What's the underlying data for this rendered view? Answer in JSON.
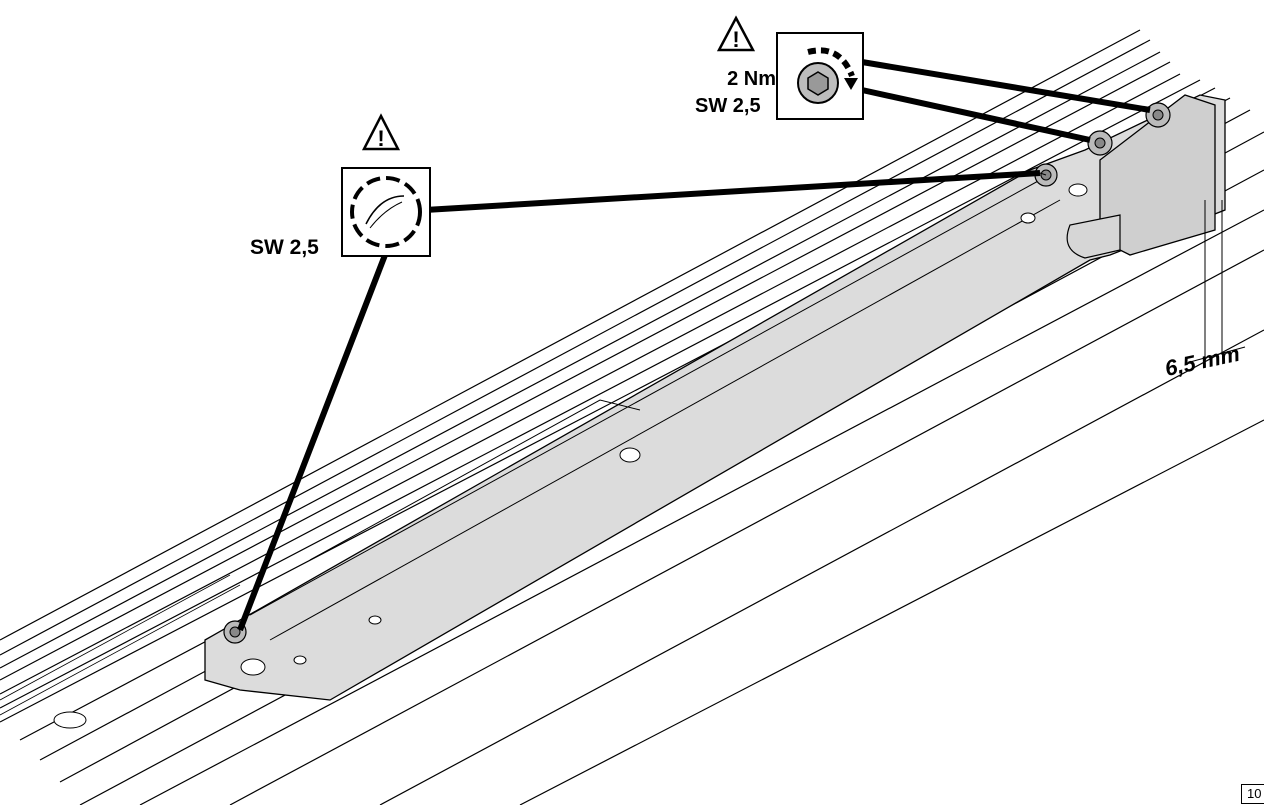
{
  "callout_left": {
    "warning_icon": "warning-triangle-icon",
    "tool_icon": "loosen-screw-icon",
    "wrench_size": "SW 2,5"
  },
  "callout_top": {
    "warning_icon": "warning-triangle-icon",
    "tool_icon": "tighten-hex-screw-icon",
    "torque": "2 Nm",
    "wrench_size": "SW 2,5"
  },
  "dimension": {
    "value": "6,5 mm"
  },
  "page_number": "10"
}
